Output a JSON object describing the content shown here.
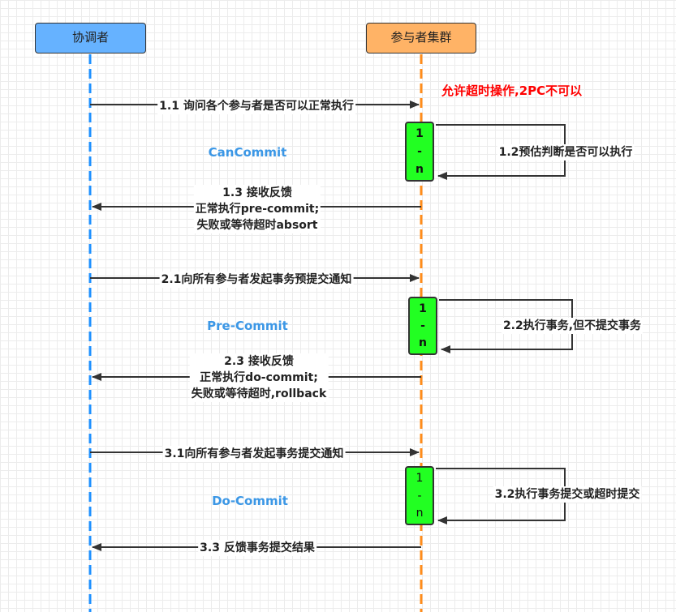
{
  "participants": {
    "coordinator": {
      "label": "协调者",
      "color": "#66b2ff"
    },
    "cohort": {
      "label": "参与者集群",
      "color": "#ffb366"
    }
  },
  "note": {
    "text": "允许超时操作,2PC不可以",
    "color": "#ff0000"
  },
  "phases": [
    {
      "name": "CanCommit",
      "request": "1.1 询问各个参与者是否可以正常执行",
      "self_call": "1.2预估判断是否可以执行",
      "response": [
        "1.3 接收反馈",
        "正常执行pre-commit;",
        "失败或等待超时absort"
      ],
      "activation": [
        "1",
        "-",
        "n"
      ]
    },
    {
      "name": "Pre-Commit",
      "request": "2.1向所有参与者发起事务预提交通知",
      "self_call": "2.2执行事务,但不提交事务",
      "response": [
        "2.3 接收反馈",
        "正常执行do-commit;",
        "失败或等待超时,rollback"
      ],
      "activation": [
        "1",
        "-",
        "n"
      ]
    },
    {
      "name": "Do-Commit",
      "request": "3.1向所有参与者发起事务提交通知",
      "self_call": "3.2执行事务提交或超时提交",
      "response": [
        "3.3 反馈事务提交结果"
      ],
      "activation": [
        "1",
        "-",
        "n"
      ]
    }
  ],
  "activation_color": "#22ff22"
}
